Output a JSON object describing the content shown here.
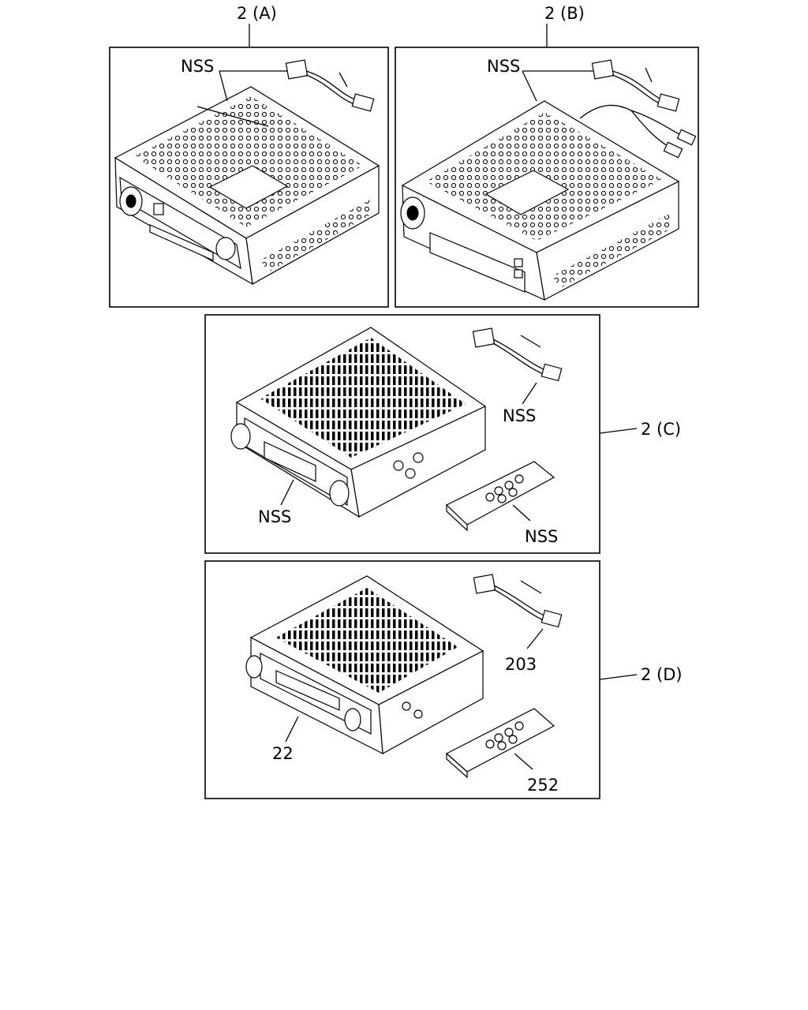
{
  "labels": {
    "a_title": "2 (A)",
    "b_title": "2 (B)",
    "c_title": "2 (C)",
    "d_title": "2 (D)",
    "a_harness": "NSS",
    "b_harness": "NSS",
    "c_harness": "NSS",
    "c_unit": "NSS",
    "c_remote": "NSS",
    "d_harness": "203",
    "d_unit": "22",
    "d_remote": "252"
  }
}
